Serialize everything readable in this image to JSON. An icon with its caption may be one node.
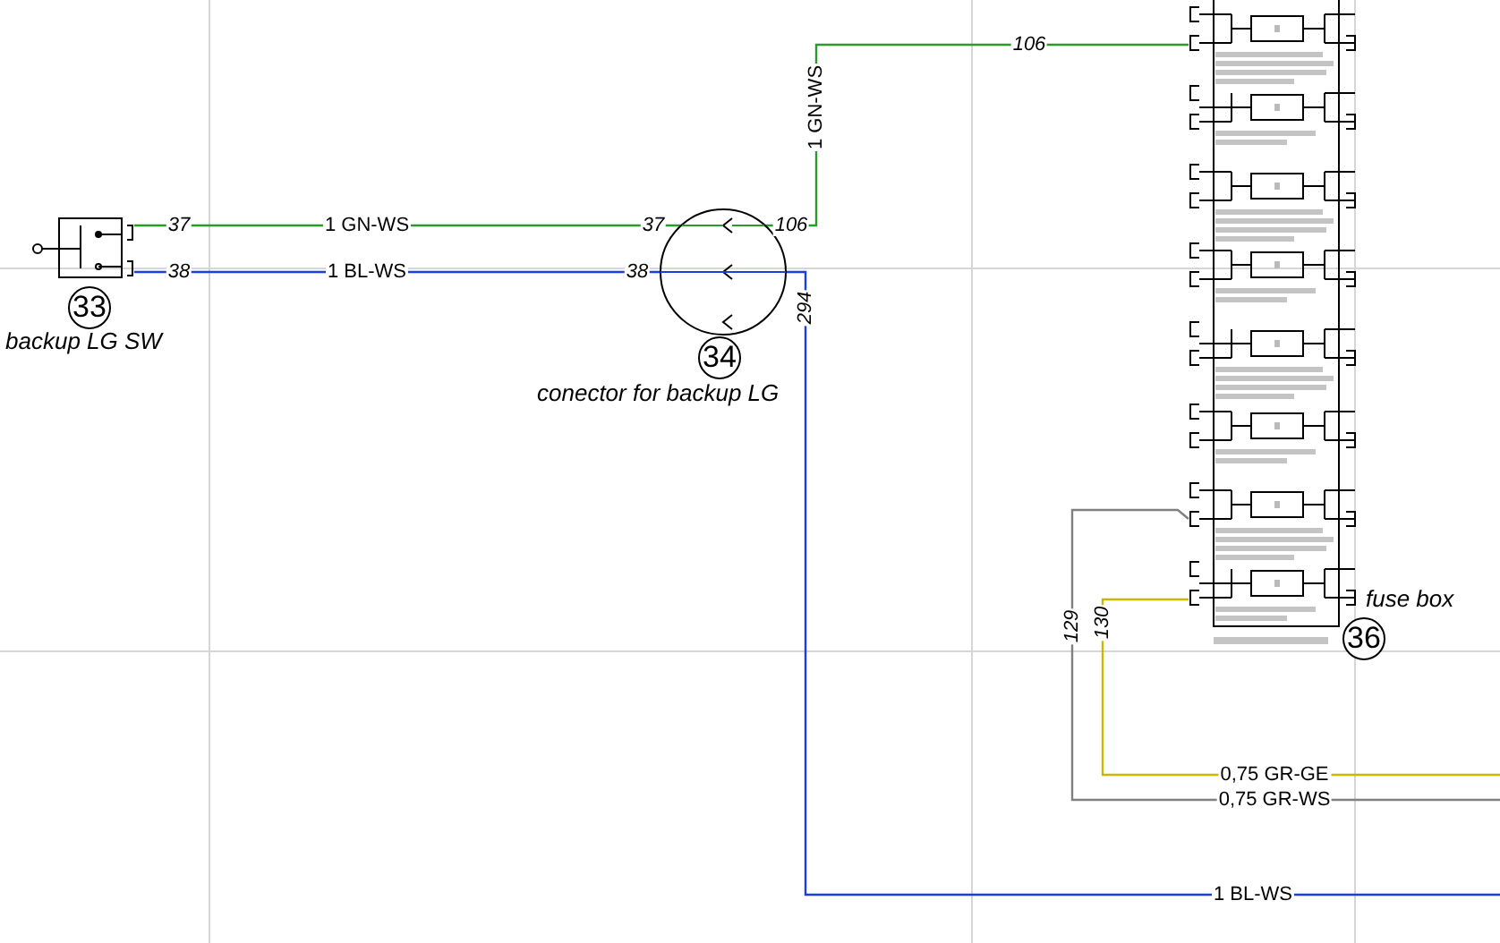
{
  "diagram": {
    "nodes": [
      {
        "text": [
          "33",
          "backup LG SW"
        ]
      },
      {
        "text": [
          "34",
          "conector for backup LG"
        ]
      },
      {
        "text": [
          "fuse box",
          "36"
        ]
      }
    ],
    "edges": [
      {
        "from": 0,
        "to": 1,
        "arrow": "none",
        "label": "1 GN-WS",
        "color": "#2a9a2a"
      },
      {
        "from": 0,
        "to": 1,
        "arrow": "none",
        "label": "1 BL-WS",
        "color": "#1a3ee0"
      },
      {
        "from": 1,
        "to": 2,
        "arrow": "none",
        "label": "1 GN-WS",
        "color": "#2a9a2a"
      },
      {
        "from": 1,
        "to": null,
        "arrow": "none",
        "label": "1 BL-WS",
        "color": "#1a3ee0"
      },
      {
        "from": 2,
        "to": null,
        "arrow": "none",
        "label": "0,75 GR-WS",
        "color": "#808080"
      },
      {
        "from": 2,
        "to": null,
        "arrow": "none",
        "label": "0,75 GR-GE",
        "color": "#c9b800"
      }
    ],
    "labels": [
      "106",
      "37",
      "37",
      "106",
      "38",
      "38",
      "294",
      "129",
      "130"
    ]
  }
}
